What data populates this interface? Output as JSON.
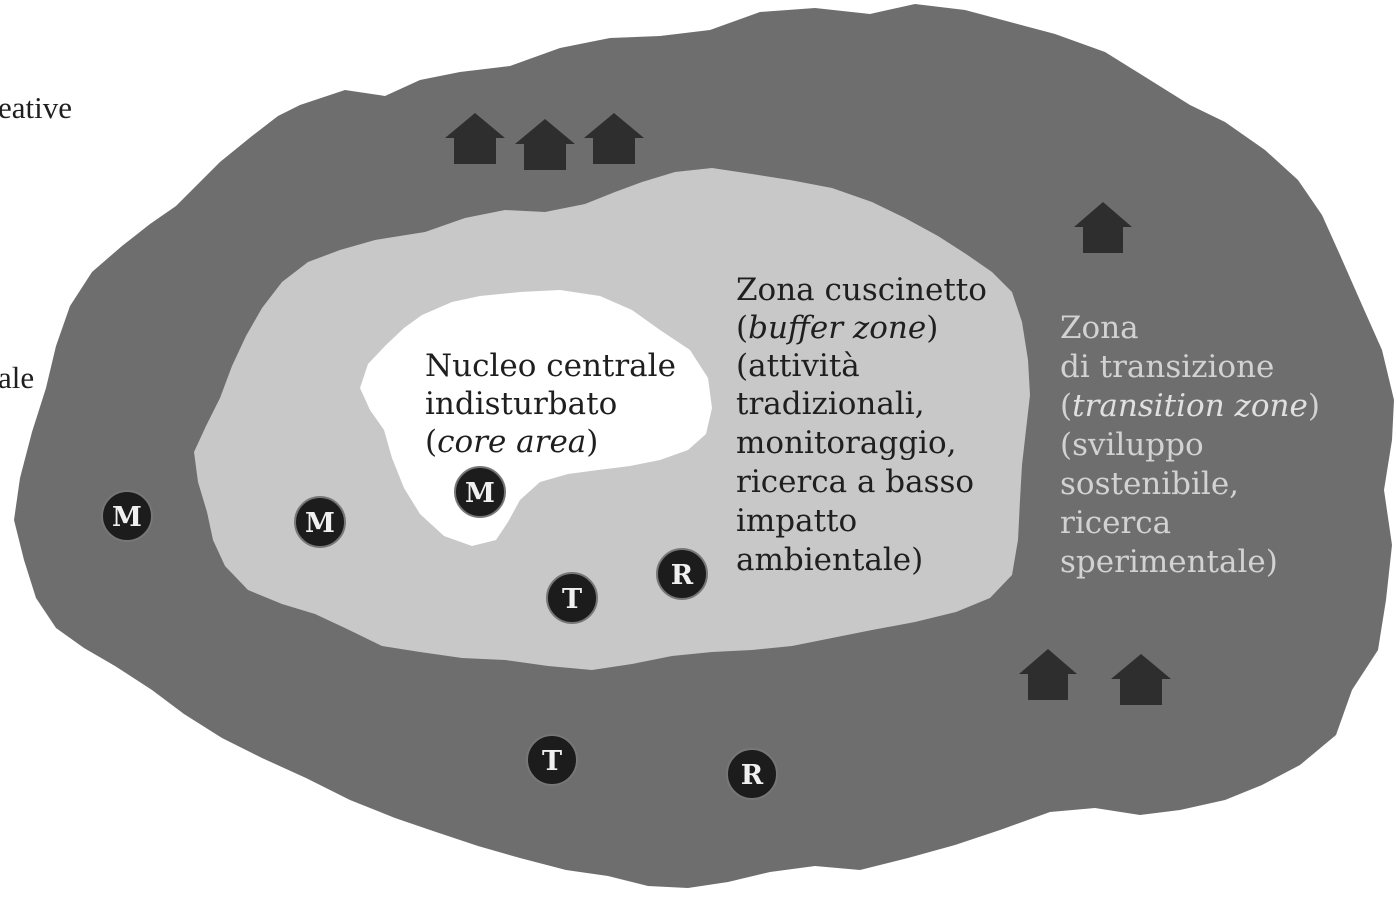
{
  "cut_labels": {
    "top_left": "eative",
    "middle_left": "ale"
  },
  "zones": {
    "core": {
      "line1": "Nucleo centrale",
      "line2": "indisturbato",
      "line3_open": "(",
      "line3_italic": "core area",
      "line3_close": ")",
      "fill": "#ffffff"
    },
    "buffer": {
      "line1": "Zona cuscinetto",
      "line2_open": "(",
      "line2_italic": "buffer zone",
      "line2_close": ")",
      "line3": "(attività",
      "line4": "tradizionali,",
      "line5": "monitoraggio,",
      "line6": "ricerca a basso",
      "line7": "impatto",
      "line8": "ambientale)",
      "fill": "#c8c8c8"
    },
    "transition": {
      "line1": "Zona",
      "line2": "di transizione",
      "line3_open": "(",
      "line3_italic": "transition zone",
      "line3_close": ")",
      "line4": "(sviluppo",
      "line5": "sostenibile,",
      "line6": "ricerca",
      "line7": "sperimentale)",
      "fill": "#6e6e6e"
    }
  },
  "markers": {
    "m_outer": "M",
    "m_buffer": "M",
    "m_core": "M",
    "t_buffer": "T",
    "r_buffer": "R",
    "t_outer": "T",
    "r_outer": "R"
  },
  "icons": {
    "house": "house-icon",
    "marker": "circle-letter-icon"
  }
}
